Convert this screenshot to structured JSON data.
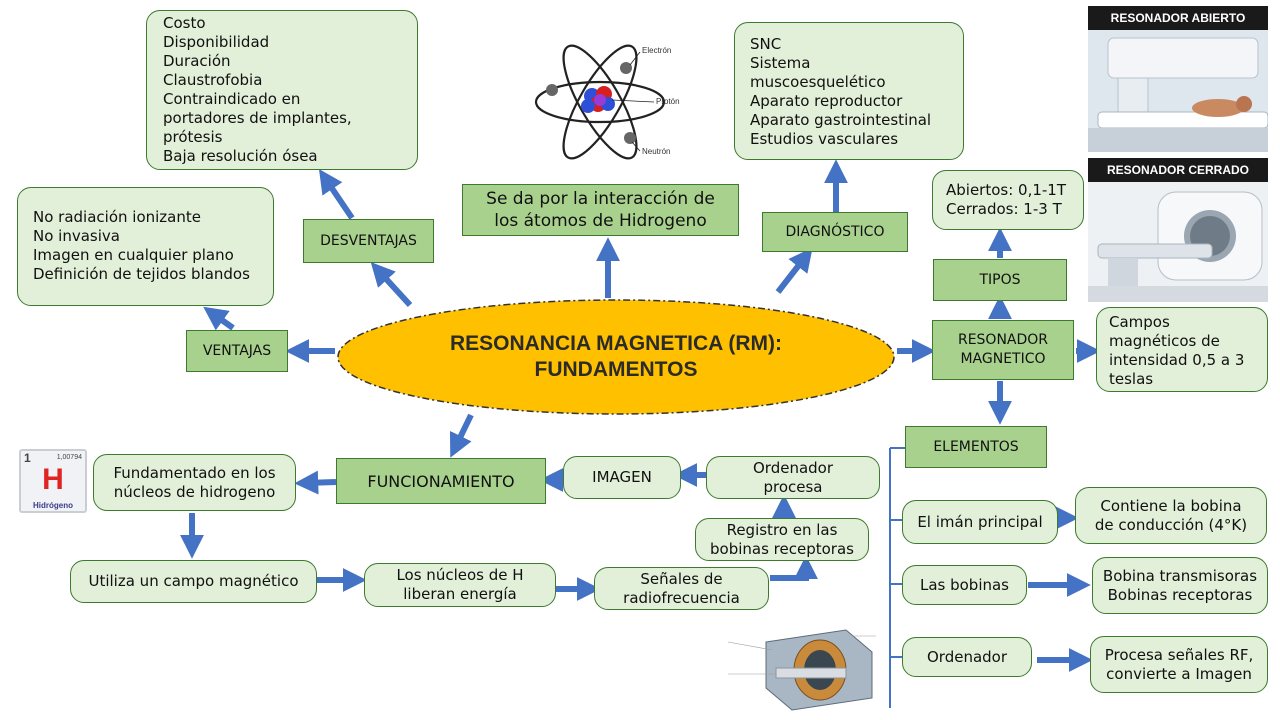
{
  "title": {
    "line1": "RESONANCIA MAGNETICA (RM):",
    "line2": "FUNDAMENTOS"
  },
  "desventajas": {
    "label": "DESVENTAJAS",
    "items": [
      "Costo",
      "Disponibilidad",
      "Duración",
      "Claustrofobia",
      "Contraindicado en",
      "portadores de implantes,",
      "prótesis",
      "Baja resolución ósea"
    ]
  },
  "ventajas": {
    "label": "VENTAJAS",
    "items": [
      "No radiación ionizante",
      "No invasiva",
      "Imagen en cualquier plano",
      "Definición de tejidos blandos"
    ]
  },
  "interaccion": {
    "line1": "Se da por la interacción de",
    "line2": "los átomos de Hidrogeno"
  },
  "atom": {
    "electron": "Electrón",
    "proton": "Protón",
    "neutron": "Neutrón"
  },
  "diagnostico": {
    "label": "DIAGNÓSTICO",
    "items": [
      "SNC",
      "Sistema",
      "muscoesquelético",
      "Aparato reproductor",
      "Aparato gastrointestinal",
      "Estudios vasculares"
    ]
  },
  "tipos": {
    "label": "TIPOS",
    "items": [
      "Abiertos: 0,1-1T",
      "Cerrados: 1-3 T"
    ]
  },
  "photos": {
    "open": "RESONADOR ABIERTO",
    "closed": "RESONADOR CERRADO"
  },
  "resonador": {
    "line1": "RESONADOR",
    "line2": "MAGNETICO"
  },
  "campos": {
    "lines": [
      "Campos",
      "magnéticos de",
      "intensidad 0,5 a 3",
      "teslas"
    ]
  },
  "elementos": {
    "label": "ELEMENTOS"
  },
  "iman": {
    "label": "El imán principal",
    "desc1": "Contiene la bobina",
    "desc2": "de conducción  (4°K)"
  },
  "bobinas": {
    "label": "Las bobinas",
    "desc1": "Bobina transmisoras",
    "desc2": "Bobinas receptoras"
  },
  "ordenador_el": {
    "label": "Ordenador",
    "desc1": "Procesa señales RF,",
    "desc2": "convierte a Imagen"
  },
  "hydrogen": {
    "number": "1",
    "mass": "1,00794",
    "symbol": "H",
    "name": "Hidrógeno"
  },
  "funcionamiento": {
    "label": "FUNCIONAMIENTO"
  },
  "fundamentado": {
    "line1": "Fundamentado en los",
    "line2": "núcleos de hidrogeno"
  },
  "imagen": {
    "label": "IMAGEN"
  },
  "ordenador_proc": {
    "line1": "Ordenador",
    "line2": "procesa"
  },
  "registro": {
    "line1": "Registro en las",
    "line2": "bobinas receptoras"
  },
  "campo": {
    "label": "Utiliza un campo magnético"
  },
  "nucleos": {
    "line1": "Los núcleos de H",
    "line2": "liberan energía"
  },
  "senales": {
    "line1": "Señales de",
    "line2": "radiofrecuencia"
  },
  "colors": {
    "ellipse": "#ffc000",
    "arrow": "#4472c4",
    "box_light": "#e2efd9",
    "box_green": "#a9d18e",
    "border": "#3d7a2e"
  }
}
